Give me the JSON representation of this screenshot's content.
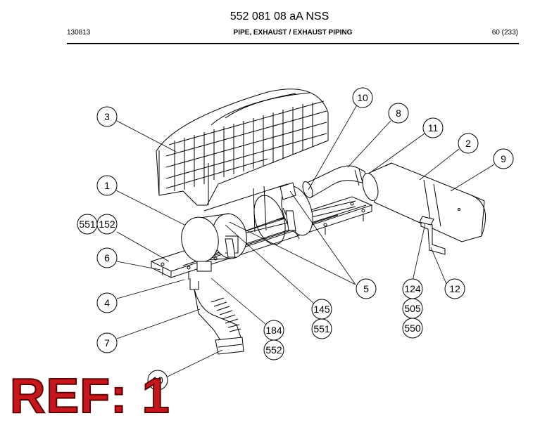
{
  "header": {
    "doc_title": "552 081 08 aA NSS",
    "date_code": "130813",
    "section_title": "PIPE, EXHAUST / EXHAUST PIPING",
    "page_info": "60 (233)"
  },
  "callouts": {
    "c1": "1",
    "c2": "2",
    "c3": "3",
    "c4": "4",
    "c5": "5",
    "c6": "6",
    "c7": "7",
    "c8": "8",
    "c9": "9",
    "c10_top": "10",
    "c10_bottom": "10",
    "c11": "11",
    "c12": "12",
    "c124": "124",
    "c145": "145",
    "c152": "152",
    "c184": "184",
    "c505": "505",
    "c550": "550",
    "c551_left": "551",
    "c551_mid": "551",
    "c552": "552"
  },
  "ref_stamp": "REF: 1"
}
